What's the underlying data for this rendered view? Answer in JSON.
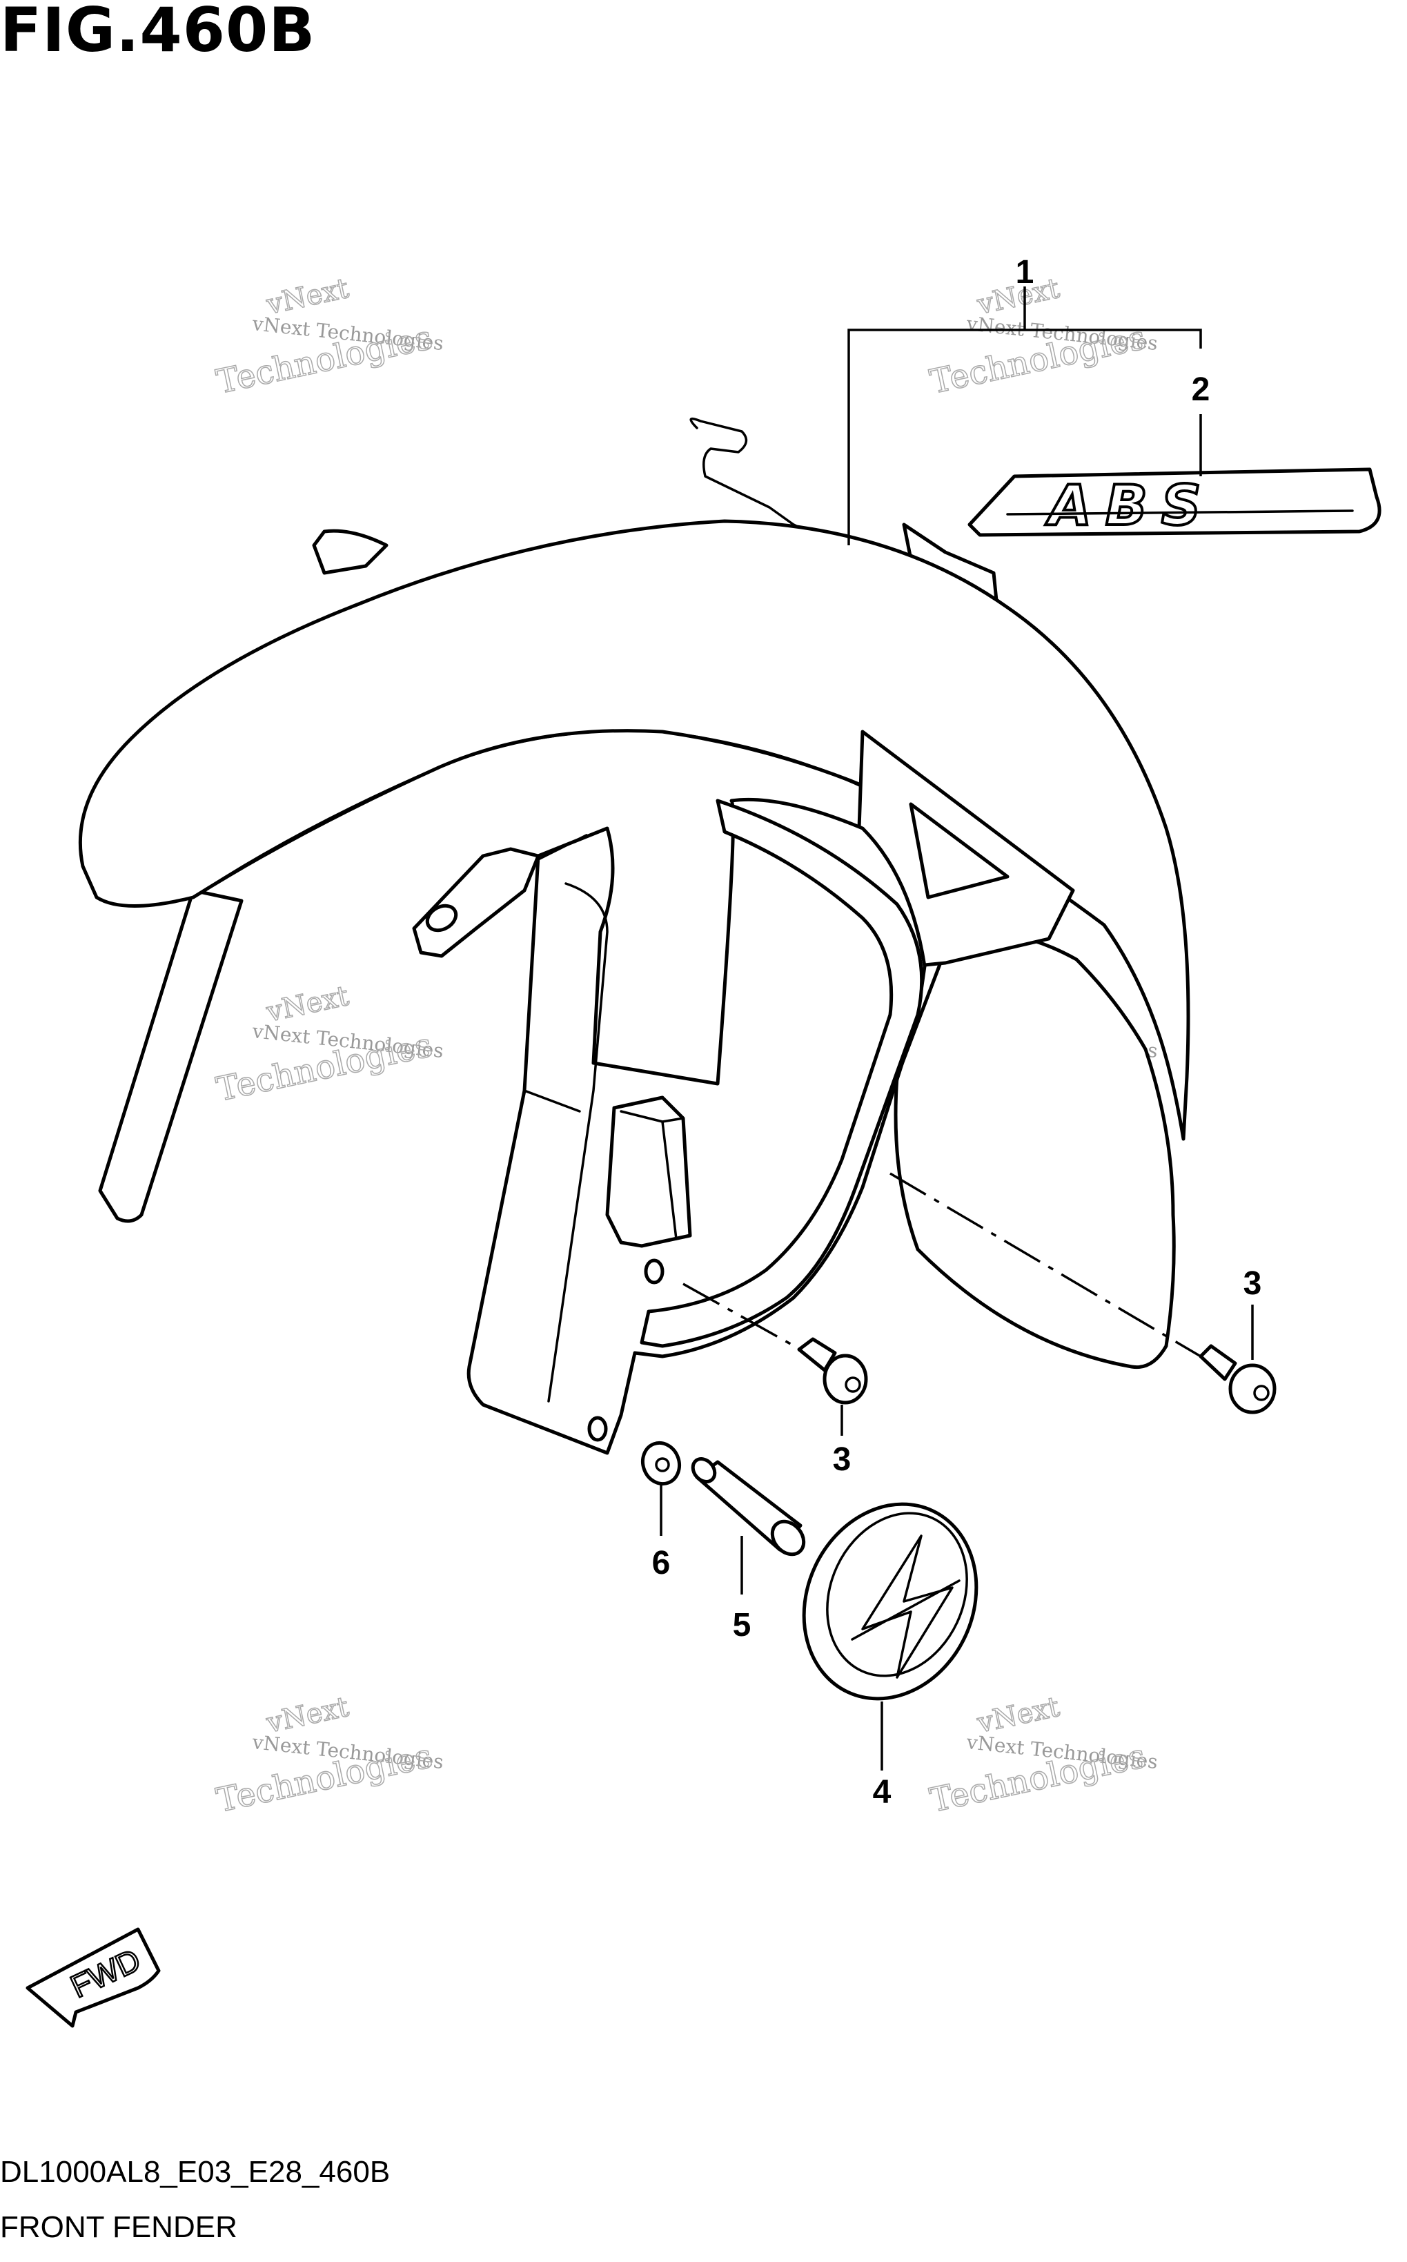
{
  "figure": {
    "title": "FIG.460B",
    "model_code": "DL1000AL8_E03_E28_460B",
    "section_name": "FRONT FENDER"
  },
  "callouts": [
    {
      "id": "c1",
      "label": "1"
    },
    {
      "id": "c2",
      "label": "2"
    },
    {
      "id": "c3a",
      "label": "3"
    },
    {
      "id": "c3b",
      "label": "3"
    },
    {
      "id": "c4",
      "label": "4"
    },
    {
      "id": "c5",
      "label": "5"
    },
    {
      "id": "c6",
      "label": "6"
    }
  ],
  "decal_text": "ABS",
  "direction_label": "FWD",
  "watermark": {
    "line1": "vNext Technologies",
    "line2": "vNext",
    "line3": "Technologies"
  },
  "colors": {
    "line": "#000000",
    "background": "#ffffff",
    "watermark": "#aaaaaa"
  }
}
